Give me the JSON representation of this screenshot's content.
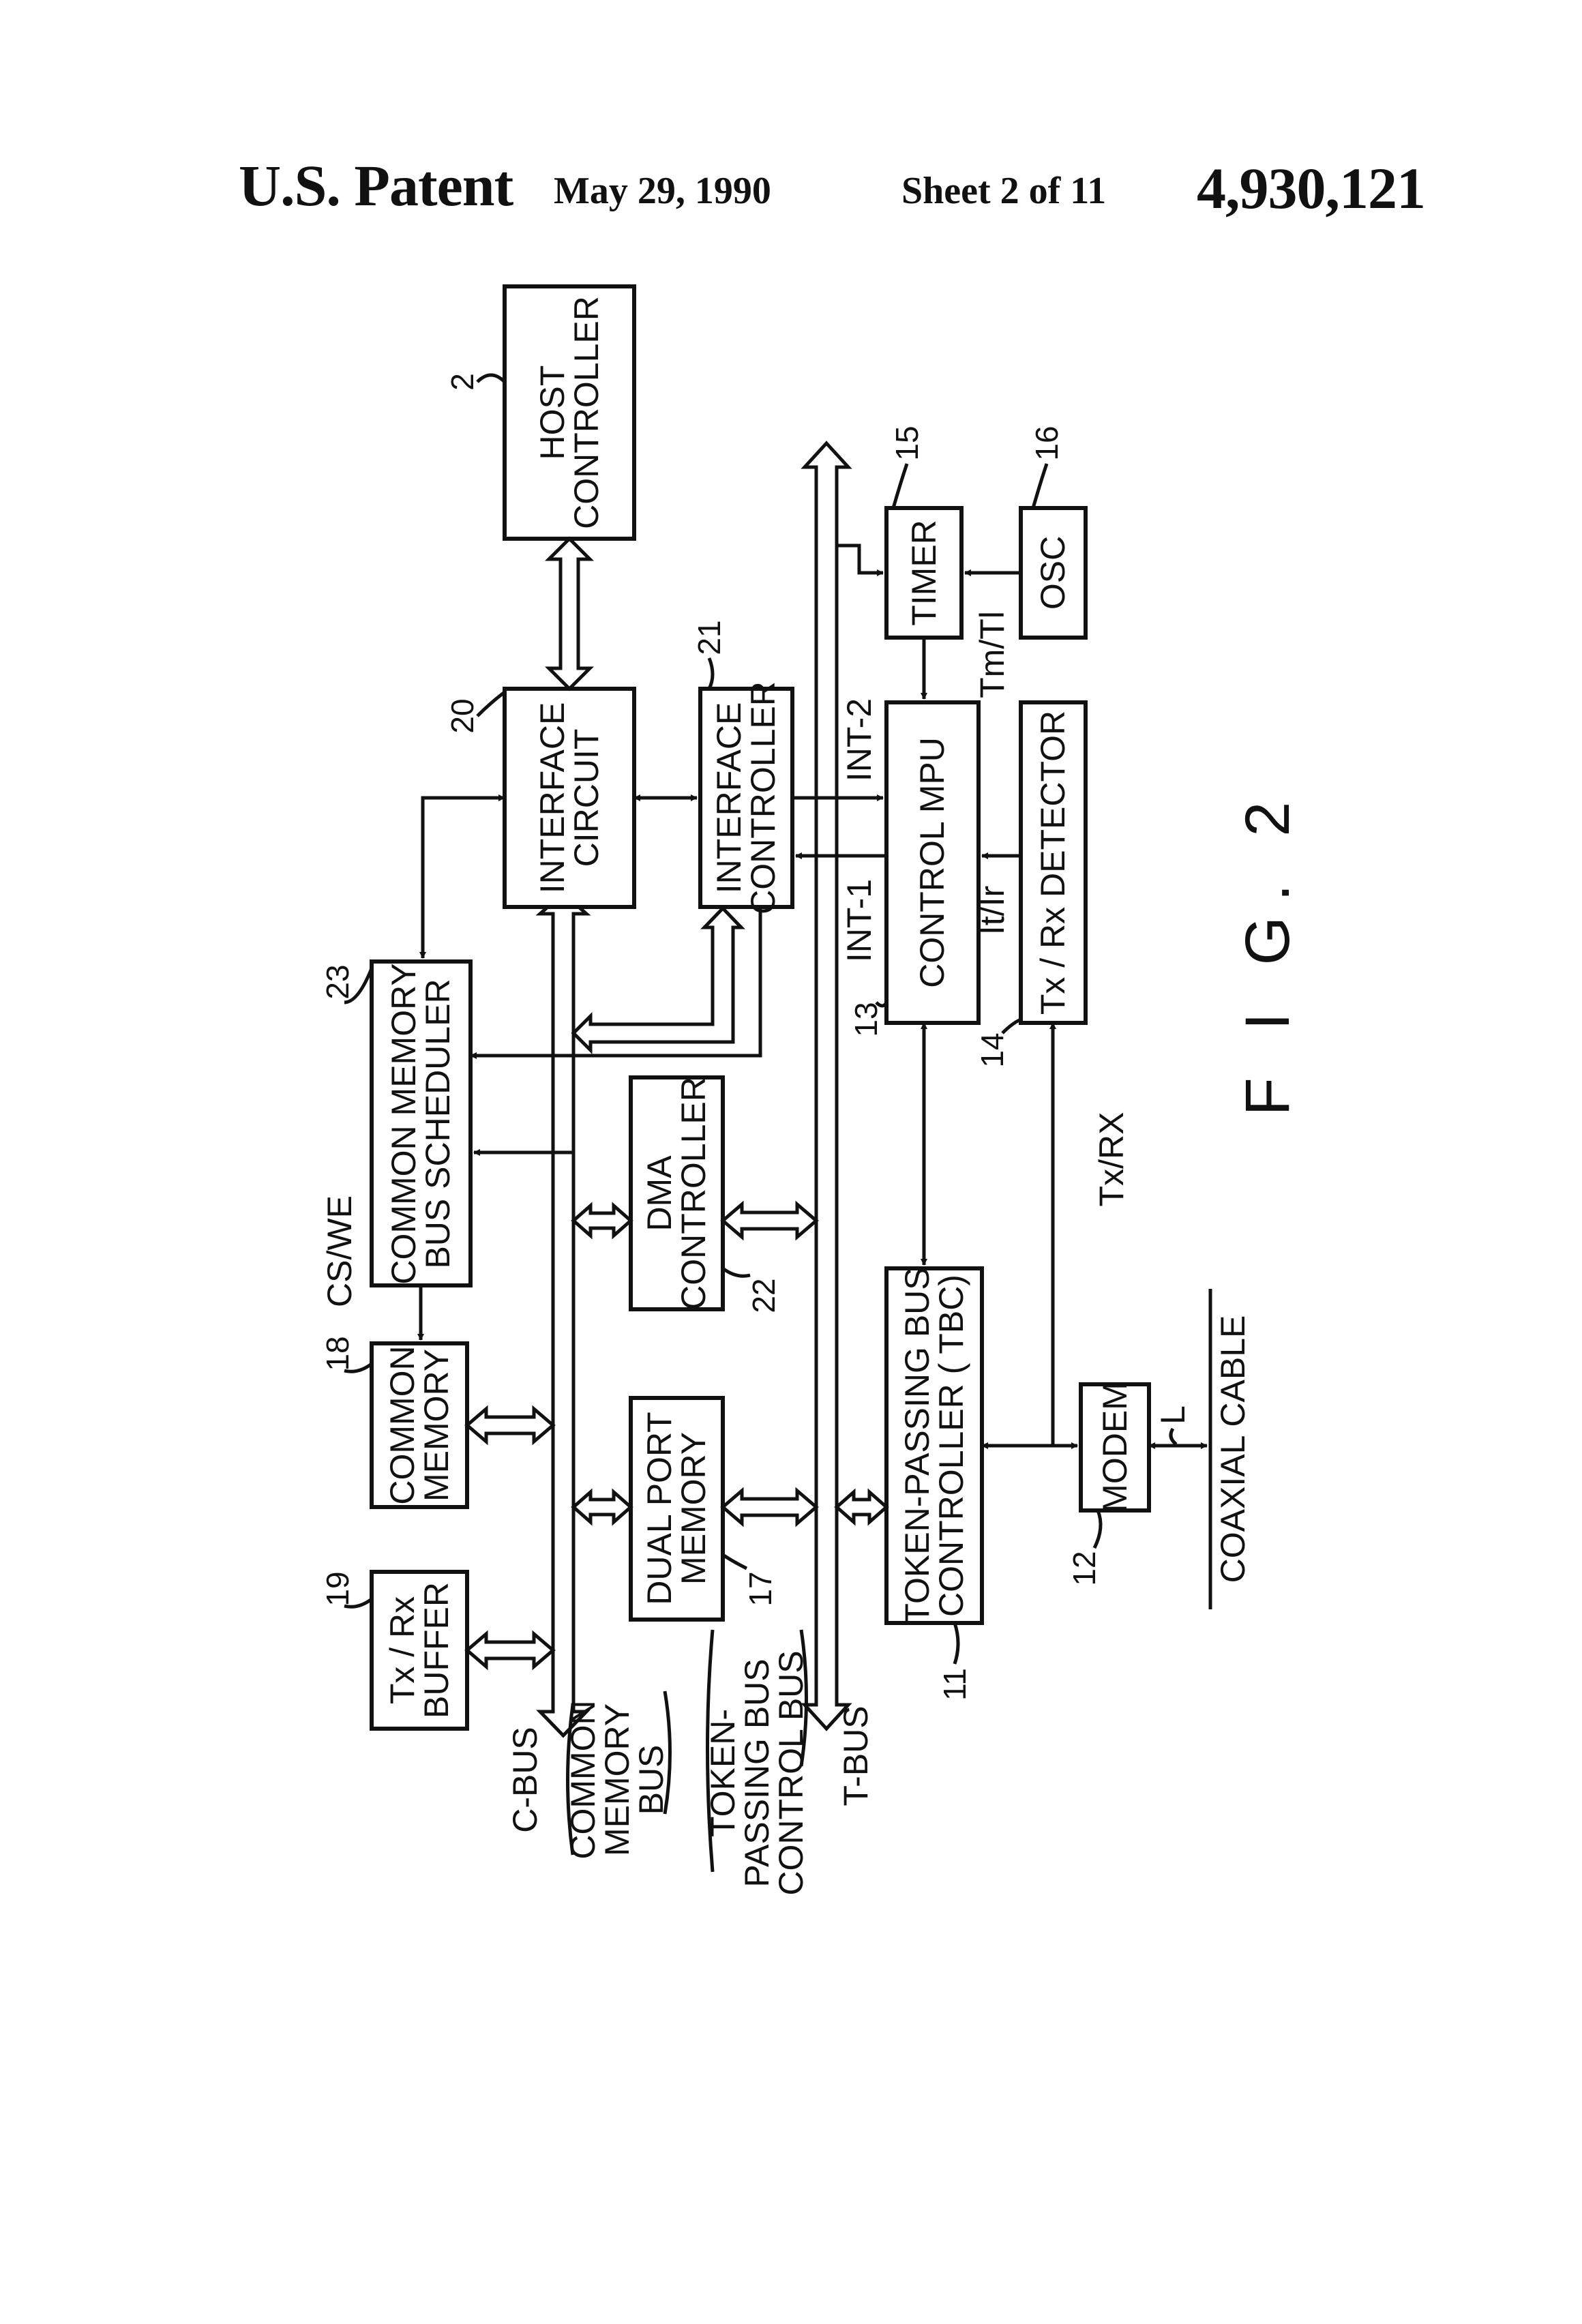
{
  "header": {
    "left": "U.S. Patent",
    "date": "May 29, 1990",
    "sheet": "Sheet 2 of 11",
    "number": "4,930,121"
  },
  "blocks": {
    "host": {
      "ref": "2",
      "line1": "HOST",
      "line2": "CONTROLLER"
    },
    "iface_circuit": {
      "ref": "20",
      "line1": "INTERFACE",
      "line2": "CIRCUIT"
    },
    "iface_ctrl": {
      "ref": "21",
      "line1": "INTERFACE",
      "line2": "CONTROLLER"
    },
    "timer": {
      "ref": "15",
      "line1": "TIMER"
    },
    "osc": {
      "ref": "16",
      "line1": "OSC"
    },
    "mpu": {
      "ref": "13",
      "line1": "CONTROL  MPU"
    },
    "detector": {
      "ref": "14",
      "line1": "Tx / Rx   DETECTOR"
    },
    "scheduler": {
      "ref": "23",
      "line1": "COMMON MEMORY",
      "line2": "BUS SCHEDULER"
    },
    "dma": {
      "ref": "22",
      "line1": "DMA",
      "line2": "CONTROLLER"
    },
    "common_memory": {
      "ref": "18",
      "line1": "COMMON",
      "line2": "MEMORY"
    },
    "dual_port": {
      "ref": "17",
      "line1": "DUAL PORT",
      "line2": "MEMORY"
    },
    "tbc": {
      "ref": "11",
      "line1": "TOKEN-PASSING BUS",
      "line2": "CONTROLLER  ( TBC)"
    },
    "modem": {
      "ref": "12",
      "line1": "MODEM"
    },
    "buffer": {
      "ref": "19",
      "line1": "Tx / Rx",
      "line2": "BUFFER"
    }
  },
  "signals": {
    "int2": "INT-2",
    "int1": "INT-1",
    "tm": "Tm/Tl",
    "it": "It/Ir",
    "txrx": "Tx/RX",
    "cswe": "CS/WE",
    "l": "L"
  },
  "buses": {
    "cbus": "C-BUS",
    "cbus_desc1": "COMMON",
    "cbus_desc2": "MEMORY",
    "cbus_desc3": "BUS",
    "tbus": "T-BUS",
    "tbus_desc1": "TOKEN-",
    "tbus_desc2": "PASSING  BUS",
    "tbus_desc3": "CONTROL BUS"
  },
  "coaxial": "COAXIAL  CABLE",
  "figure": "F I G. 2"
}
